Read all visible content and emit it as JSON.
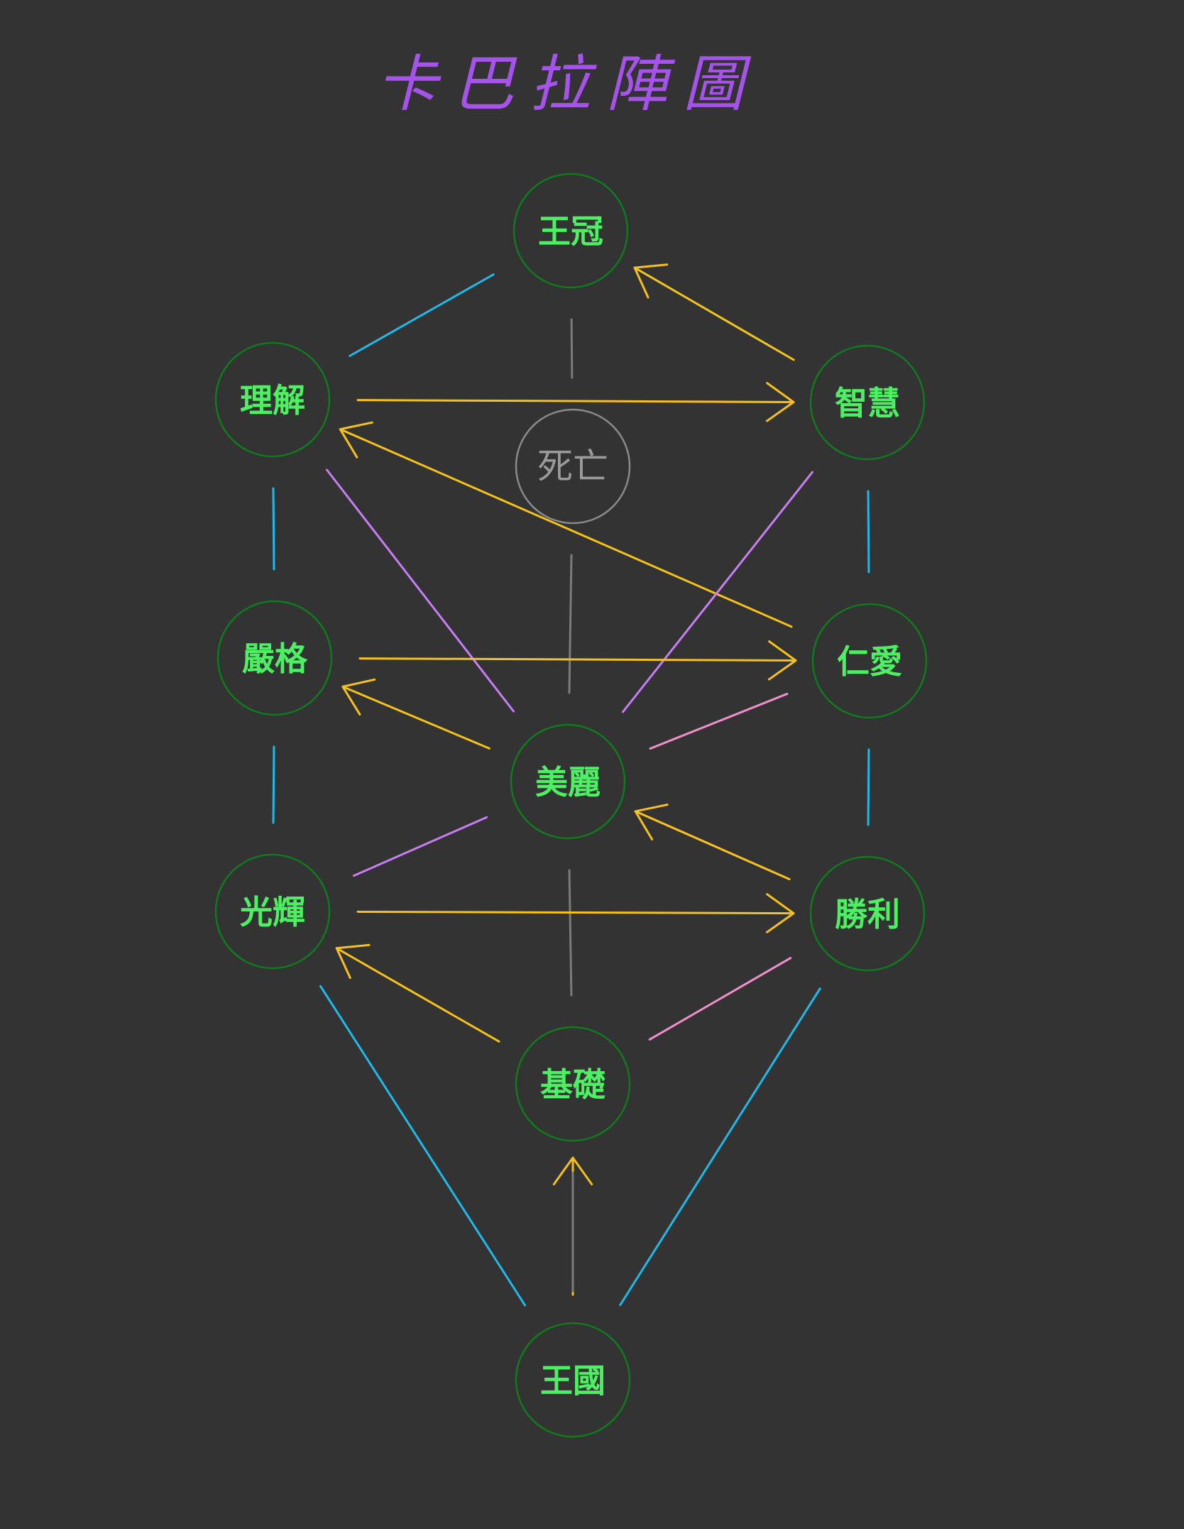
{
  "title": "卡巴拉陣圖",
  "colors": {
    "background": "#333333",
    "title": "#a653ec",
    "node_text": "#4cf062",
    "node_ring": "#0f7a1e",
    "hidden_text": "#9a9a9a",
    "hidden_ring": "#8a8a8a",
    "cyan": "#1fb9ea",
    "yellow": "#f6c11a",
    "violet": "#c77ef5",
    "pink": "#f08fcc",
    "gray": "#7c7c7c"
  },
  "nodes": [
    {
      "id": "keter",
      "label": "王冠"
    },
    {
      "id": "binah",
      "label": "理解"
    },
    {
      "id": "chokmah",
      "label": "智慧"
    },
    {
      "id": "daath",
      "label": "死亡",
      "hidden": true
    },
    {
      "id": "geburah",
      "label": "嚴格"
    },
    {
      "id": "chesed",
      "label": "仁愛"
    },
    {
      "id": "tiphareth",
      "label": "美麗"
    },
    {
      "id": "hod",
      "label": "光輝"
    },
    {
      "id": "netzach",
      "label": "勝利"
    },
    {
      "id": "yesod",
      "label": "基礎"
    },
    {
      "id": "malkuth",
      "label": "王國"
    }
  ],
  "links": [
    {
      "from": "keter",
      "to": "binah",
      "color": "cyan"
    },
    {
      "from": "keter",
      "to": "chokmah",
      "color": "cyan"
    },
    {
      "from": "chokmah",
      "to": "keter",
      "color": "yellow",
      "arrow": true
    },
    {
      "from": "keter",
      "to": "daath",
      "color": "gray"
    },
    {
      "from": "binah",
      "to": "chokmah",
      "color": "yellow",
      "arrow": true
    },
    {
      "from": "binah",
      "to": "geburah",
      "color": "cyan"
    },
    {
      "from": "chokmah",
      "to": "chesed",
      "color": "cyan"
    },
    {
      "from": "chesed",
      "to": "binah",
      "color": "yellow",
      "arrow": true
    },
    {
      "from": "binah",
      "to": "tiphareth",
      "color": "violet"
    },
    {
      "from": "chokmah",
      "to": "tiphareth",
      "color": "violet"
    },
    {
      "from": "daath",
      "to": "tiphareth",
      "color": "gray"
    },
    {
      "from": "geburah",
      "to": "chesed",
      "color": "yellow",
      "arrow": true
    },
    {
      "from": "tiphareth",
      "to": "geburah",
      "color": "yellow",
      "arrow": true
    },
    {
      "from": "chesed",
      "to": "tiphareth",
      "color": "pink"
    },
    {
      "from": "geburah",
      "to": "hod",
      "color": "cyan"
    },
    {
      "from": "chesed",
      "to": "netzach",
      "color": "cyan"
    },
    {
      "from": "tiphareth",
      "to": "hod",
      "color": "violet"
    },
    {
      "from": "netzach",
      "to": "tiphareth",
      "color": "violet"
    },
    {
      "from": "netzach",
      "to": "tiphareth",
      "color": "yellow",
      "arrow": true
    },
    {
      "from": "tiphareth",
      "to": "yesod",
      "color": "gray"
    },
    {
      "from": "hod",
      "to": "netzach",
      "color": "yellow",
      "arrow": true
    },
    {
      "from": "yesod",
      "to": "hod",
      "color": "yellow",
      "arrow": true
    },
    {
      "from": "netzach",
      "to": "yesod",
      "color": "pink"
    },
    {
      "from": "hod",
      "to": "malkuth",
      "color": "cyan"
    },
    {
      "from": "netzach",
      "to": "malkuth",
      "color": "cyan"
    },
    {
      "from": "malkuth",
      "to": "yesod",
      "color": "yellow",
      "arrow": true
    },
    {
      "from": "malkuth",
      "to": "yesod",
      "color": "gray"
    }
  ]
}
